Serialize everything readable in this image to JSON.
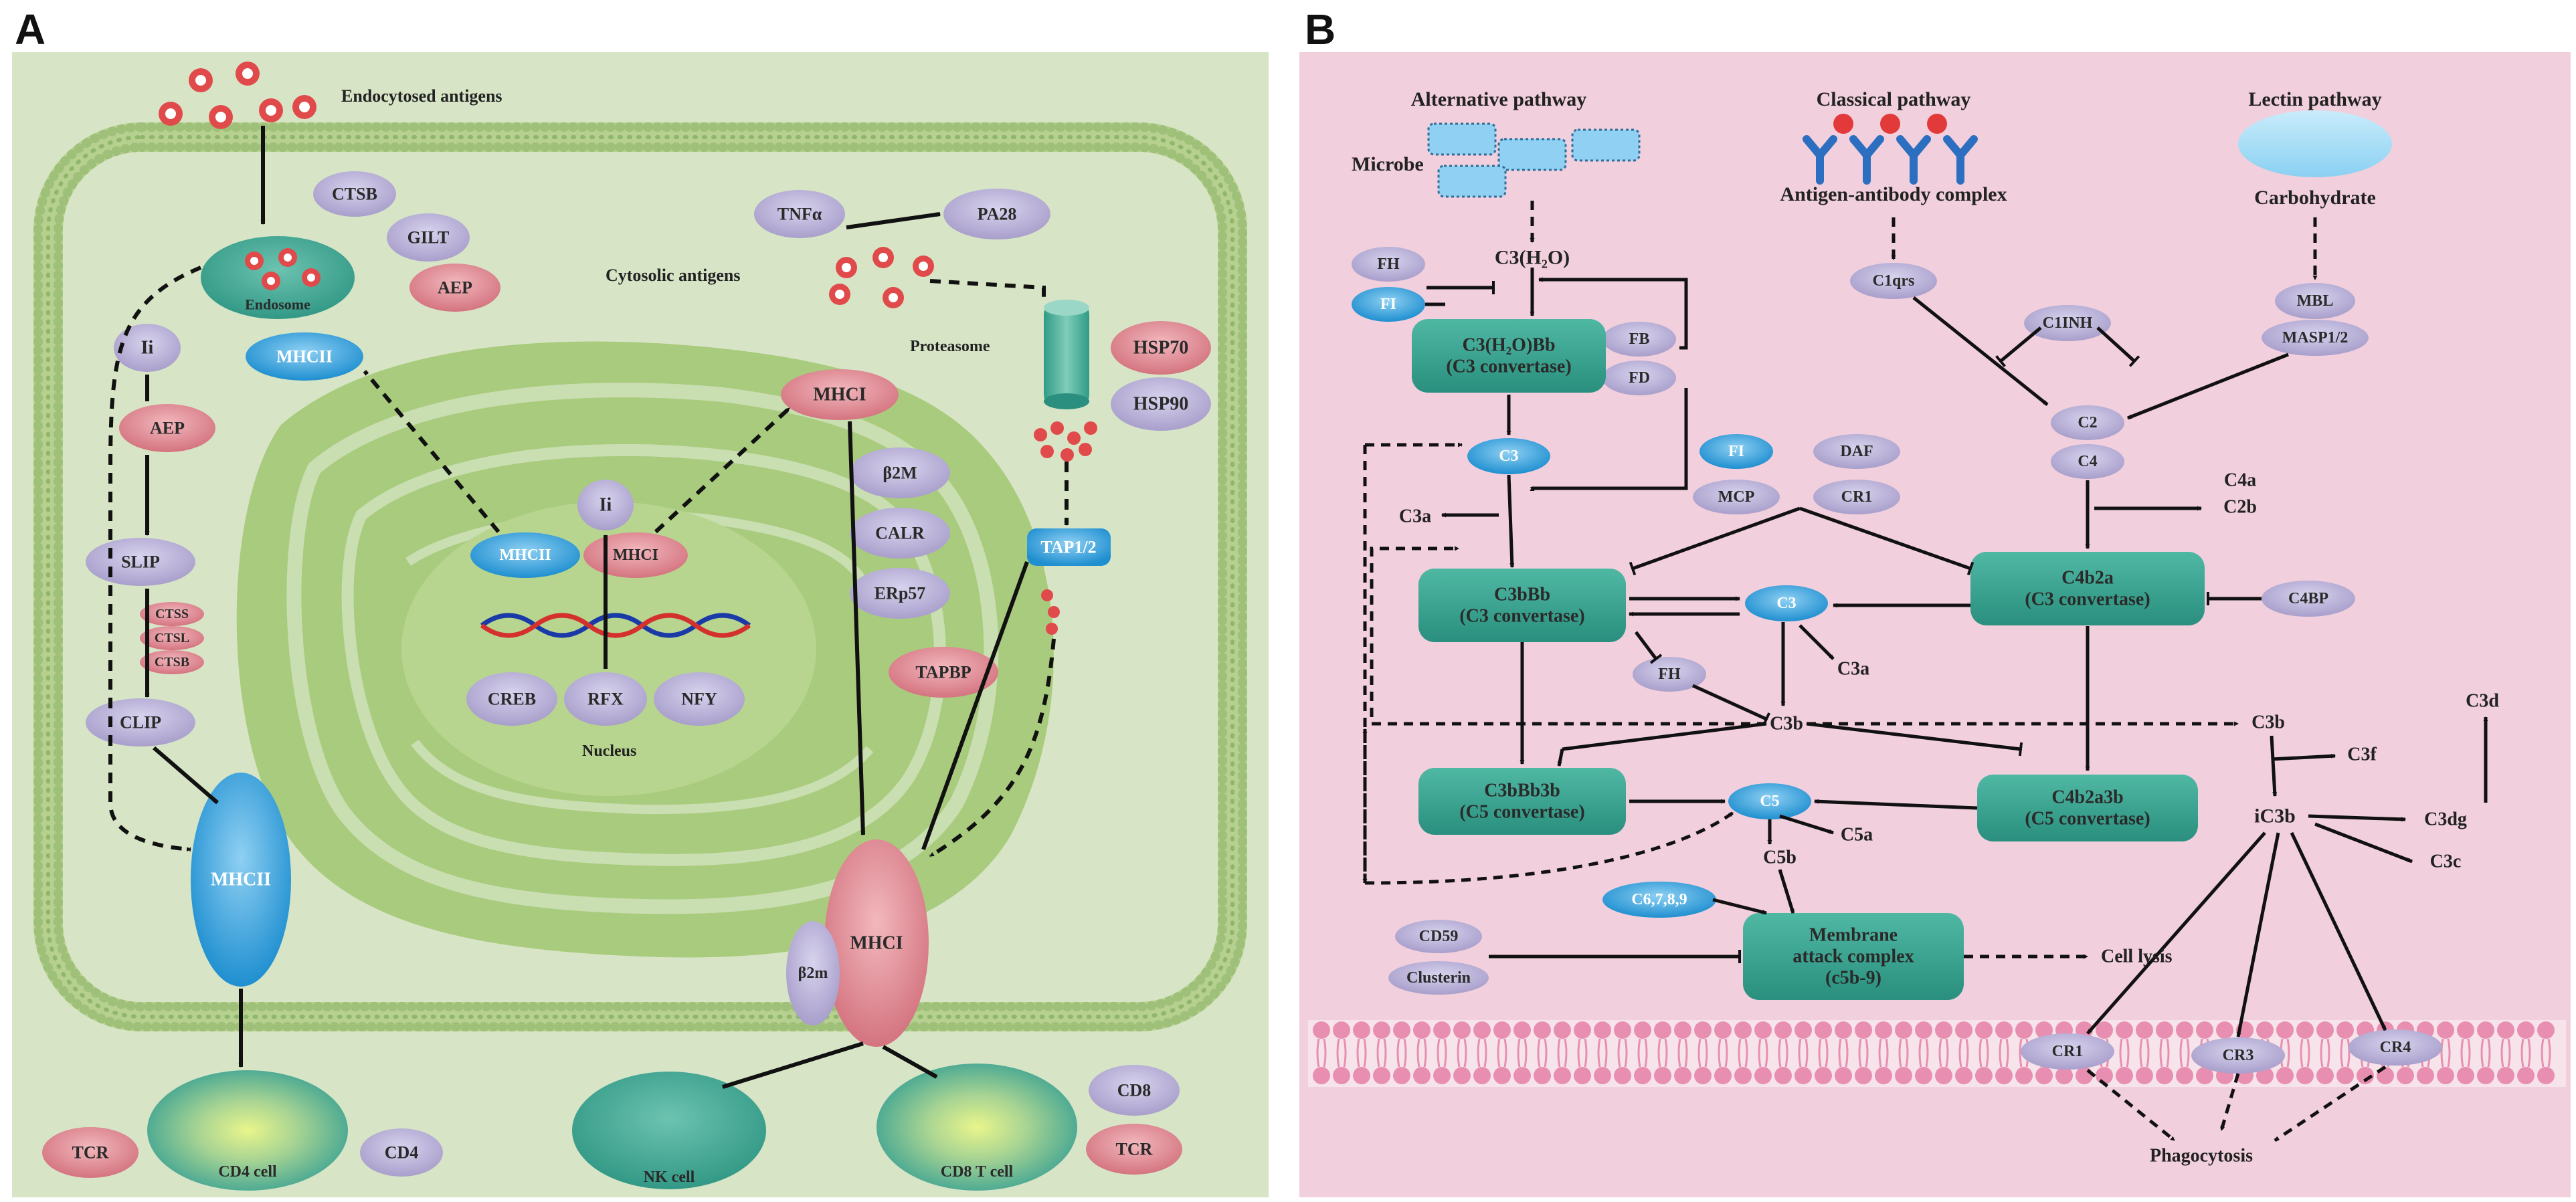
{
  "panels": {
    "a": {
      "letter": "A",
      "labels": {
        "endocytosed": "Endocytosed antigens",
        "cytosolic": "Cytosolic antigens",
        "proteasome": "Proteasome",
        "nucleus": "Nucleus"
      },
      "nodes": {
        "endosome": "Endosome",
        "ctsb_top": "CTSB",
        "gilt": "GILT",
        "aep_top": "AEP",
        "ii_left": "Ii",
        "mhcii_er": "MHCII",
        "aep_left": "AEP",
        "slip": "SLIP",
        "ctss": "CTSS",
        "ctsl": "CTSL",
        "ctsb_small": "CTSB",
        "clip": "CLIP",
        "mhcii_big": "MHCII",
        "tnfa": "TNFα",
        "pa28": "PA28",
        "hsp70": "HSP70",
        "hsp90": "HSP90",
        "mhci_er": "MHCI",
        "b2m_er": "β2M",
        "calr": "CALR",
        "erp57": "ERp57",
        "tap": "TAP1/2",
        "tapbp": "TAPBP",
        "ii_nuc": "Ii",
        "mhcii_nuc": "MHCII",
        "mhci_nuc": "MHCI",
        "creb": "CREB",
        "rfx": "RFX",
        "nfy": "NFY",
        "mhci_big": "MHCI",
        "b2m_small": "β2m",
        "cd4cell": "CD4 cell",
        "tcr_l": "TCR",
        "cd4": "CD4",
        "nkcell": "NK cell",
        "cd8cell": "CD8 T cell",
        "cd8": "CD8",
        "tcr_r": "TCR"
      }
    },
    "b": {
      "letter": "B",
      "labels": {
        "alt": "Alternative pathway",
        "classical": "Classical pathway",
        "lectin": "Lectin pathway",
        "microbe": "Microbe",
        "agab": "Antigen-antibody complex",
        "carb": "Carbohydrate",
        "c3h2o": "C3(H₂O)",
        "c3a_left": "C3a",
        "c3a_mid": "C3a",
        "c5a": "C5a",
        "c5b": "C5b",
        "c3b_mid": "C3b",
        "c3b_right": "C3b",
        "c3f": "C3f",
        "c3d": "C3d",
        "ic3b": "iC3b",
        "c3dg": "C3dg",
        "c3c": "C3c",
        "c4a": "C4a",
        "c2b": "C2b",
        "lysis": "Cell lysis",
        "phago": "Phagocytosis"
      },
      "convertases": {
        "c3h2obb": [
          "C3(H₂O)Bb",
          "(C3 convertase)"
        ],
        "c3bbb": [
          "C3bBb",
          "(C3 convertase)"
        ],
        "c4b2a": [
          "C4b2a",
          "(C3 convertase)"
        ],
        "c3bbb3b": [
          "C3bBb3b",
          "(C5 convertase)"
        ],
        "c4b2a3b": [
          "C4b2a3b",
          "(C5 convertase)"
        ],
        "mac": [
          "Membrane",
          "attack complex",
          "(c5b-9)"
        ]
      },
      "nodes": {
        "fh_top": "FH",
        "fi_top": "FI",
        "fb": "FB",
        "fd": "FD",
        "c1qrs": "C1qrs",
        "c1inh": "C1INH",
        "mbl": "MBL",
        "masp": "MASP1/2",
        "c2": "C2",
        "c4": "C4",
        "c3_top": "C3",
        "fi_mid": "FI",
        "daf": "DAF",
        "mcp": "MCP",
        "cr1_mid": "CR1",
        "c3_mid": "C3",
        "fh_mid": "FH",
        "c4bp": "C4BP",
        "c5": "C5",
        "c6789": "C6,7,8,9",
        "cd59": "CD59",
        "clusterin": "Clusterin",
        "cr1_mem": "CR1",
        "cr3": "CR3",
        "cr4": "CR4"
      }
    }
  },
  "colors": {
    "panel_a_bg": "#d7e5c6",
    "panel_b_bg": "#f1cfdc",
    "purple_node": "#b9b2d6",
    "pink_node": "#de8f98",
    "blue_node": "#3aa2dc",
    "teal_node": "#37a28f",
    "membrane_green": "#b6d08f",
    "membrane_pink": "#e88fb1"
  }
}
